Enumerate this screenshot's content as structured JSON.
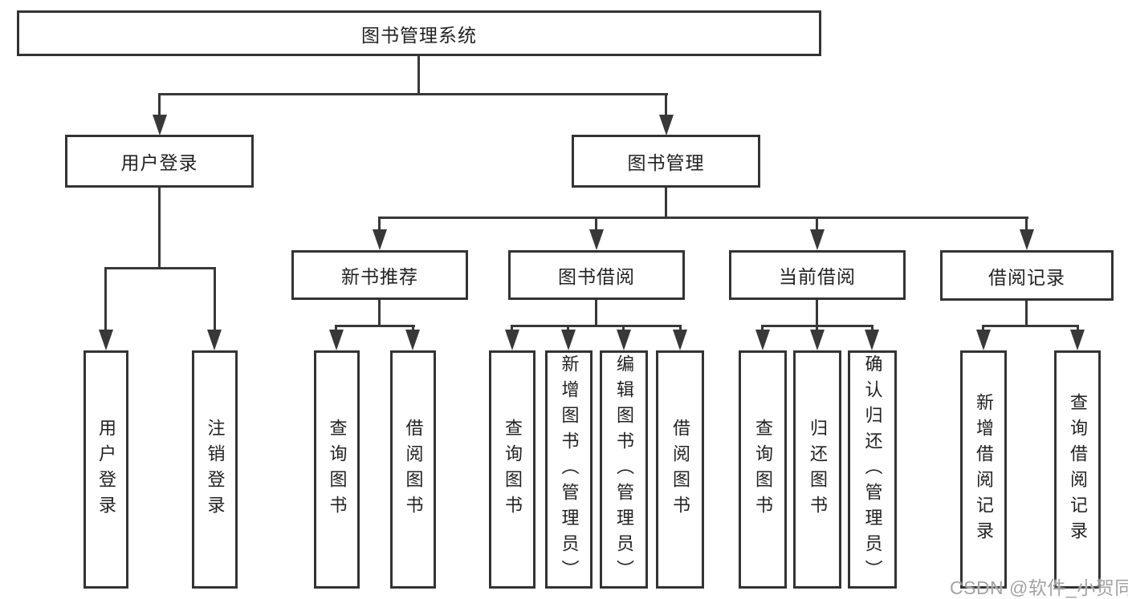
{
  "diagram": {
    "root": {
      "label": "图书管理系统"
    },
    "level2": {
      "user_login": {
        "label": "用户登录"
      },
      "book_management": {
        "label": "图书管理"
      }
    },
    "level3": {
      "new_book_recommend": {
        "label": "新书推荐"
      },
      "book_borrowing": {
        "label": "图书借阅"
      },
      "current_borrowing": {
        "label": "当前借阅"
      },
      "borrowing_records": {
        "label": "借阅记录"
      }
    },
    "level4": {
      "user_login_children": {
        "login": {
          "label": "用户登录"
        },
        "logout": {
          "label": "注销登录"
        }
      },
      "new_book_children": {
        "query_books": {
          "label": "查询图书"
        },
        "borrow_books": {
          "label": "借阅图书"
        }
      },
      "book_borrowing_children": {
        "query_books": {
          "label": "查询图书"
        },
        "add_books": {
          "label": "新增图书（管理员）"
        },
        "edit_books": {
          "label": "编辑图书（管理员）"
        },
        "borrow_books": {
          "label": "借阅图书"
        }
      },
      "current_borrowing_children": {
        "query_books": {
          "label": "查询图书"
        },
        "return_books": {
          "label": "归还图书"
        },
        "confirm_return": {
          "label": "确认归还（管理员）"
        }
      },
      "borrowing_records_children": {
        "add_record": {
          "label": "新增借阅记录"
        },
        "query_record": {
          "label": "查询借阅记录"
        }
      }
    }
  },
  "watermark": {
    "text": "CSDN @软件_小贺同学"
  },
  "colors": {
    "line": "#383838",
    "box_border": "#333333",
    "text": "#222222",
    "watermark": "#a3a3a3",
    "background": "#ffffff"
  }
}
